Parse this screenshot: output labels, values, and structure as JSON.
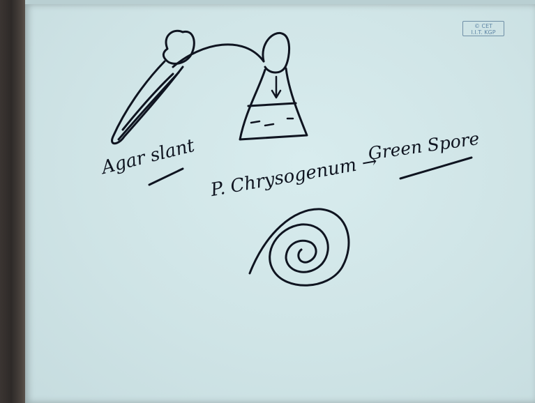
{
  "watermark": {
    "line1": "© CET",
    "line2": "I.I.T. KGP"
  },
  "board": {
    "labels": {
      "agar_slant": "Agar slant",
      "p_chrysogenum": "P. Chrysogenum",
      "arrow": "→",
      "green_spore": "Green Spore"
    },
    "sketches": [
      "slant-tube-icon",
      "transfer-arc",
      "conical-flask-icon",
      "spiral-colony-icon"
    ]
  },
  "colors": {
    "board": "#cfe4e6",
    "ink": "#0f1420",
    "watermark": "#5f86a6"
  }
}
